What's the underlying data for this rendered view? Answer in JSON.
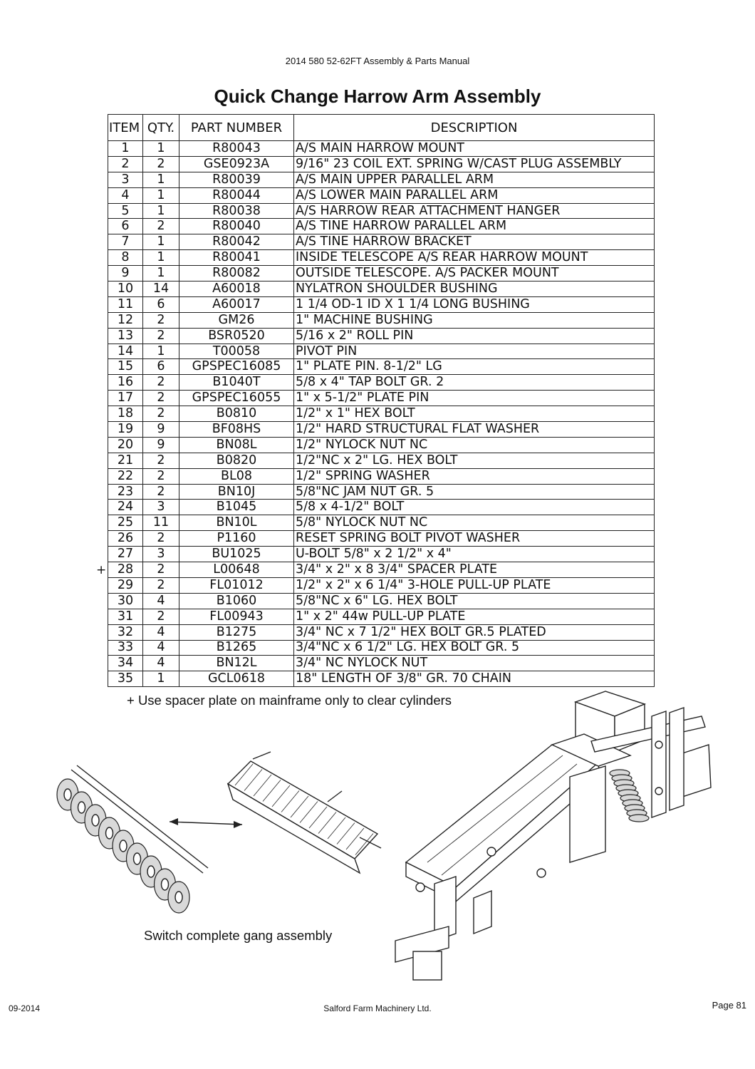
{
  "header": {
    "doc_title": "2014 580 52-62FT Assembly & Parts Manual"
  },
  "title": "Quick Change Harrow Arm Assembly",
  "table": {
    "headers": {
      "item": "ITEM NO.",
      "qty": "QTY.",
      "part": "PART NUMBER",
      "desc": "DESCRIPTION"
    },
    "rows": [
      [
        "1",
        "1",
        "R80043",
        "A/S MAIN HARROW MOUNT"
      ],
      [
        "2",
        "2",
        "GSE0923A",
        "9/16\" 23 COIL EXT. SPRING W/CAST PLUG ASSEMBLY"
      ],
      [
        "3",
        "1",
        "R80039",
        "A/S MAIN UPPER PARALLEL ARM"
      ],
      [
        "4",
        "1",
        "R80044",
        "A/S LOWER MAIN PARALLEL ARM"
      ],
      [
        "5",
        "1",
        "R80038",
        "A/S HARROW REAR ATTACHMENT HANGER"
      ],
      [
        "6",
        "2",
        "R80040",
        "A/S TINE HARROW PARALLEL ARM"
      ],
      [
        "7",
        "1",
        "R80042",
        "A/S TINE HARROW BRACKET"
      ],
      [
        "8",
        "1",
        "R80041",
        "INSIDE TELESCOPE A/S REAR HARROW  MOUNT"
      ],
      [
        "9",
        "1",
        "R80082",
        "OUTSIDE TELESCOPE.  A/S PACKER MOUNT"
      ],
      [
        "10",
        "14",
        "A60018",
        "NYLATRON SHOULDER BUSHING"
      ],
      [
        "11",
        "6",
        "A60017",
        "1 1/4 OD-1 ID X 1 1/4 LONG BUSHING"
      ],
      [
        "12",
        "2",
        "GM26",
        "1\" MACHINE BUSHING"
      ],
      [
        "13",
        "2",
        "BSR0520",
        "5/16 x 2\" ROLL PIN"
      ],
      [
        "14",
        "1",
        "T00058",
        "PIVOT PIN"
      ],
      [
        "15",
        "6",
        "GPSPEC16085",
        "1\" PLATE PIN.  8-1/2\" LG"
      ],
      [
        "16",
        "2",
        "B1040T",
        "5/8 x 4\" TAP BOLT GR. 2"
      ],
      [
        "17",
        "2",
        "GPSPEC16055",
        "1\" x 5-1/2\" PLATE PIN"
      ],
      [
        "18",
        "2",
        "B0810",
        "1/2\" x 1\" HEX BOLT"
      ],
      [
        "19",
        "9",
        "BF08HS",
        "1/2\" HARD STRUCTURAL FLAT WASHER"
      ],
      [
        "20",
        "9",
        "BN08L",
        "1/2\" NYLOCK NUT NC"
      ],
      [
        "21",
        "2",
        "B0820",
        "1/2\"NC x 2\" LG. HEX BOLT"
      ],
      [
        "22",
        "2",
        "BL08",
        "1/2\" SPRING WASHER"
      ],
      [
        "23",
        "2",
        "BN10J",
        "5/8\"NC JAM NUT GR. 5"
      ],
      [
        "24",
        "3",
        "B1045",
        "5/8 x 4-1/2\" BOLT"
      ],
      [
        "25",
        "11",
        "BN10L",
        "5/8\" NYLOCK NUT NC"
      ],
      [
        "26",
        "2",
        "P1160",
        "RESET SPRING BOLT PIVOT WASHER"
      ],
      [
        "27",
        "3",
        "BU1025",
        "U-BOLT 5/8\" x 2 1/2\" x 4\""
      ],
      [
        "28",
        "2",
        "L00648",
        "3/4\" x 2\" x 8 3/4\" SPACER PLATE"
      ],
      [
        "29",
        "2",
        "FL01012",
        "1/2\" x 2\" x 6 1/4\" 3-HOLE PULL-UP PLATE"
      ],
      [
        "30",
        "4",
        "B1060",
        "5/8\"NC x 6\" LG. HEX BOLT"
      ],
      [
        "31",
        "2",
        "FL00943",
        "1\" x 2\" 44w PULL-UP PLATE"
      ],
      [
        "32",
        "4",
        "B1275",
        "3/4\" NC x 7 1/2\" HEX BOLT GR.5 PLATED"
      ],
      [
        "33",
        "4",
        "B1265",
        "3/4\"NC x 6 1/2\" LG. HEX BOLT GR. 5"
      ],
      [
        "34",
        "4",
        "BN12L",
        "3/4\" NC NYLOCK NUT"
      ],
      [
        "35",
        "1",
        "GCL0618",
        "18\" LENGTH OF 3/8\" GR. 70 CHAIN"
      ]
    ]
  },
  "plus_marker": "+",
  "footnote": "+ Use spacer plate on mainframe only to clear cylinders",
  "caption": "Switch complete gang assembly",
  "footer": {
    "date": "09-2014",
    "company": "Salford Farm Machinery Ltd.",
    "page": "Page 81"
  }
}
